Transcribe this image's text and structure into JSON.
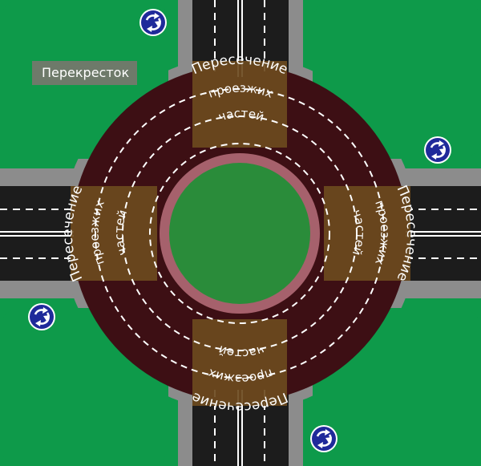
{
  "scene": {
    "area_label": "Перекресток",
    "zones": [
      {
        "id": "top",
        "lines": [
          "Пересечение",
          "проезжих",
          "частей"
        ]
      },
      {
        "id": "left",
        "lines": [
          "Пересечение",
          "проезжих",
          "частей"
        ]
      },
      {
        "id": "right",
        "lines": [
          "Пересечение",
          "проезжих",
          "частей"
        ]
      },
      {
        "id": "bottom",
        "lines": [
          "Пересечение",
          "проезжих",
          "частей"
        ]
      }
    ],
    "signs": [
      {
        "name": "roundabout-sign",
        "icon": "circular-arrows-icon"
      }
    ]
  },
  "colors": {
    "grass": "#0e9a4a",
    "sidewalk": "#8c8c8c",
    "asphalt": "#1c1c1c",
    "ring_road": "#3d0f14",
    "island_ring": "#c97e8a",
    "island": "#2a8c3a",
    "crossing_zone": "#6b4a1e",
    "sign_blue": "#1f2a9a"
  }
}
